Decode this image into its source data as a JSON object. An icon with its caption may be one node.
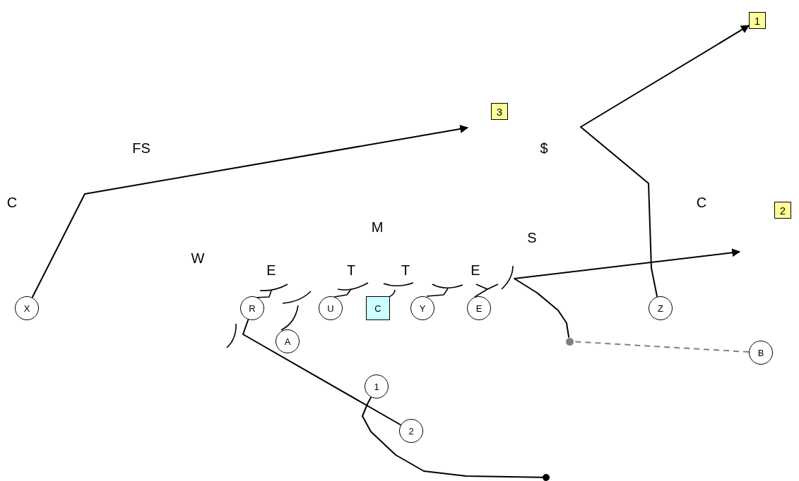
{
  "diagram": {
    "nodes": [
      {
        "text": [
          "X"
        ]
      },
      {
        "text": [
          "R"
        ]
      },
      {
        "text": [
          "A"
        ]
      },
      {
        "text": [
          "U"
        ]
      },
      {
        "text": [
          "C"
        ]
      },
      {
        "text": [
          "Y"
        ]
      },
      {
        "text": [
          "E"
        ]
      },
      {
        "text": [
          "Z"
        ]
      },
      {
        "text": [
          "B"
        ]
      },
      {
        "text": [
          "1"
        ]
      },
      {
        "text": [
          "2"
        ]
      },
      {
        "text": [
          "1"
        ]
      },
      {
        "text": [
          "3"
        ]
      },
      {
        "text": [
          "2"
        ]
      },
      {
        "text": [],
        "shape": "circle"
      }
    ],
    "edges": [
      {
        "from": 0,
        "to": null,
        "arrow": "to"
      },
      {
        "from": 7,
        "to": 11,
        "arrow": "to"
      },
      {
        "from": 8,
        "to": 14,
        "arrow": "none",
        "style": "dashed",
        "color": "#808080"
      },
      {
        "from": 14,
        "to": null,
        "arrow": "to"
      },
      {
        "from": 1,
        "to": 10,
        "arrow": "none"
      },
      {
        "from": 9,
        "to": null,
        "arrow": "other"
      }
    ],
    "labels": [
      "FS",
      "$",
      "C",
      "C",
      "M",
      "S",
      "W",
      "E",
      "T",
      "T",
      "E"
    ]
  }
}
